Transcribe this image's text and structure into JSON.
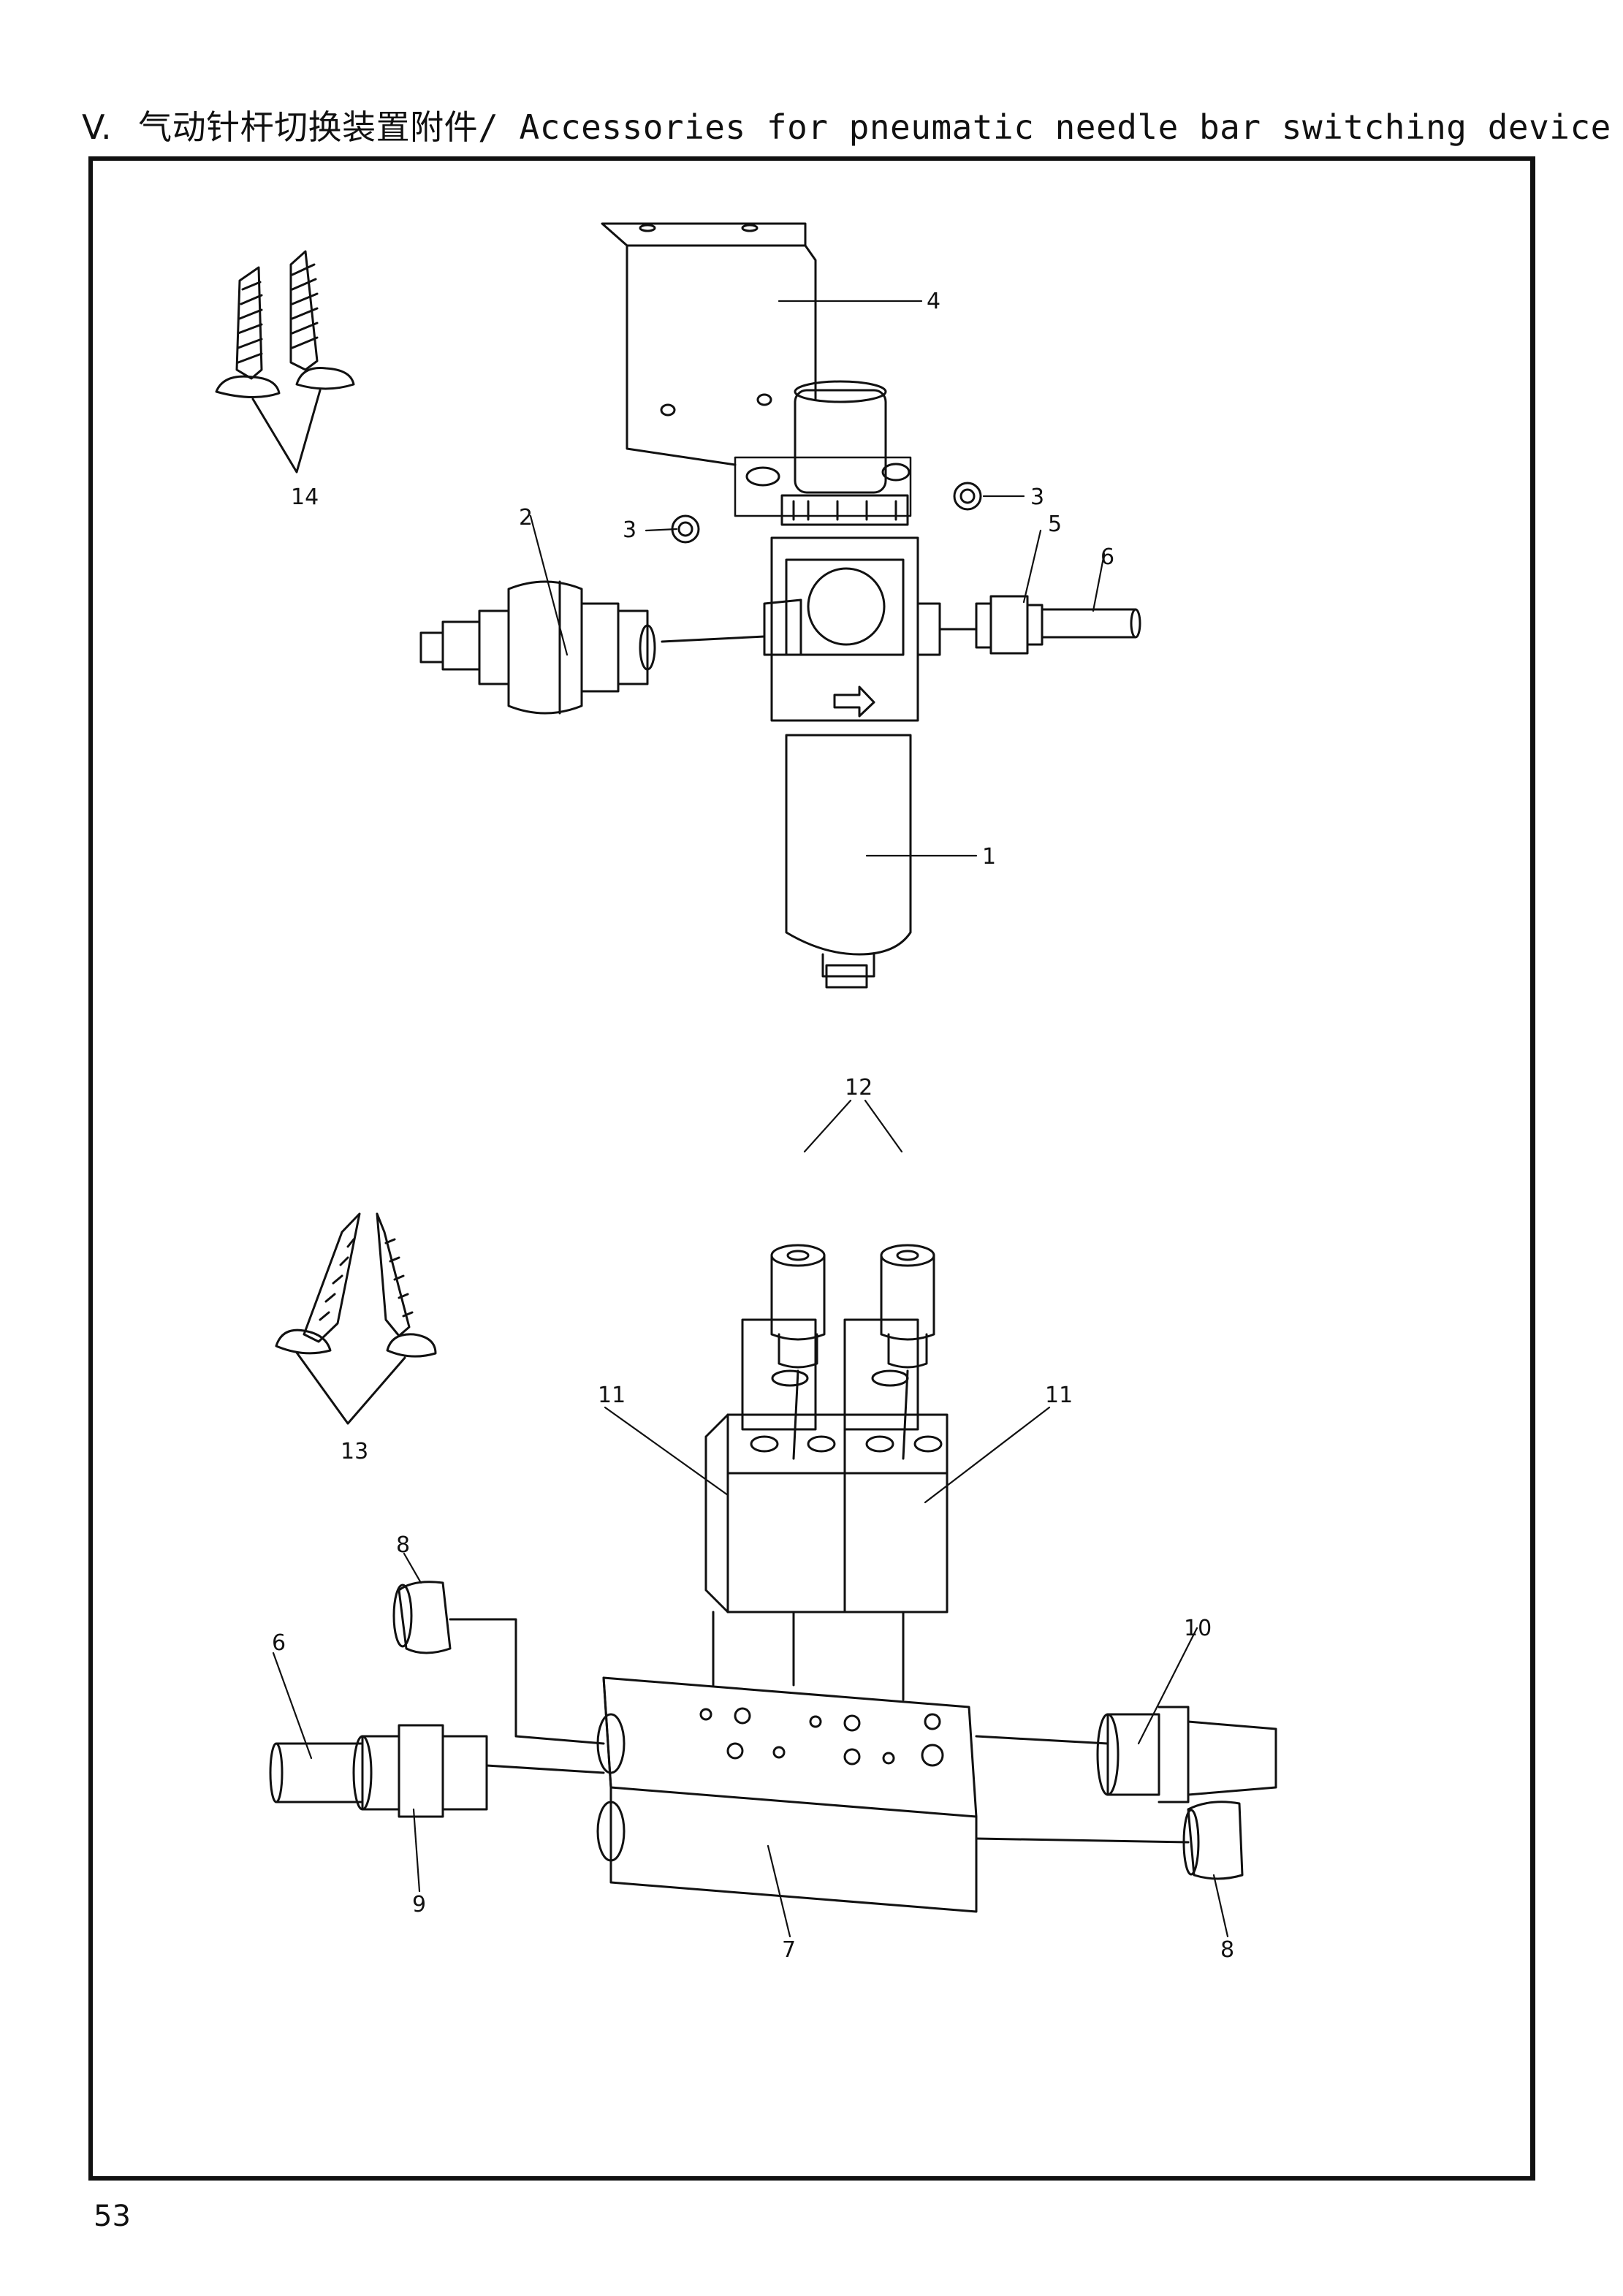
{
  "page": {
    "section_number": "V.",
    "title": "气动针杆切换装置附件/ Accessories for pneumatic needle bar switching device",
    "page_number": "53"
  },
  "callouts": {
    "c1": "1",
    "c2": "2",
    "c3a": "3",
    "c3b": "3",
    "c4": "4",
    "c5": "5",
    "c6a": "6",
    "c6b": "6",
    "c7": "7",
    "c8a": "8",
    "c8b": "8",
    "c9": "9",
    "c10": "10",
    "c11a": "11",
    "c11b": "11",
    "c12": "12",
    "c13": "13",
    "c14": "14"
  },
  "colors": {
    "ink": "#111111",
    "paper": "#ffffff"
  }
}
